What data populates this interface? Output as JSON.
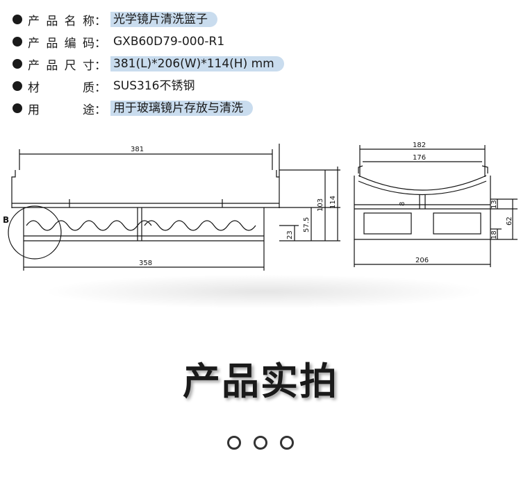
{
  "specs": [
    {
      "label": "产品名称",
      "value": "光学镜片清洗篮子",
      "highlight": true
    },
    {
      "label": "产品编码",
      "value": "GXB60D79-000-R1",
      "highlight": false
    },
    {
      "label": "产品尺寸",
      "value": "381(L)*206(W)*114(H) mm",
      "highlight": true
    },
    {
      "label": "材质",
      "value": "SUS316不锈钢",
      "highlight": false
    },
    {
      "label": "用途",
      "value": "用于玻璃镜片存放与清洗",
      "highlight": true
    }
  ],
  "colon": "：",
  "drawing": {
    "detail_label": "B",
    "front": {
      "length_top": "381",
      "length_bottom": "358",
      "h_57_5": "57.5",
      "h_103": "103",
      "h_114": "114",
      "h_23": "23"
    },
    "side": {
      "w_182": "182",
      "w_176": "176",
      "w_206": "206",
      "h_13": "13",
      "h_62": "62",
      "h_18": "18",
      "h_8": "8"
    }
  },
  "section_title": "产品实拍",
  "carousel_dots": 3
}
